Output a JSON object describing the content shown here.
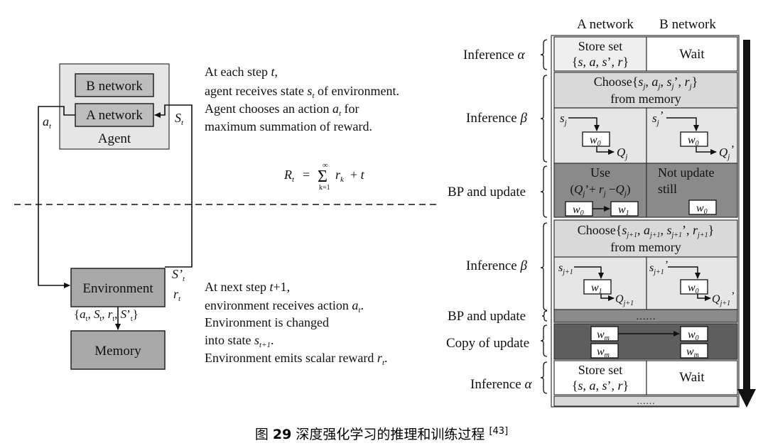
{
  "agent": {
    "b_network": "B network",
    "a_network": "A network",
    "label": "Agent",
    "action_label": "a_t",
    "state_label": "S_t"
  },
  "environment": {
    "label": "Environment",
    "next_state_label": "S'_t",
    "reward_label": "r_t",
    "transition_label": "{a_t, S_t, r_t, S'_t}"
  },
  "memory": {
    "label": "Memory"
  },
  "text_top": [
    "At each step t,",
    "agent receives state s_t of environment.",
    "Agent chooses an action a_t for",
    "maximum summation of reward."
  ],
  "formula": "R_t = Σ_{k=1}^{∞} r_k + t",
  "text_bottom": [
    "At next step t+1,",
    "environment receives action a_t.",
    "Environment is changed",
    "into state s_{t+1}.",
    "Environment emits scalar reward r_t."
  ],
  "table": {
    "col_a": "A network",
    "col_b": "B network",
    "rows": {
      "inference_alpha_1": "Inference α",
      "inference_beta_1": "Inference β",
      "bp_update_1": "BP and update",
      "inference_beta_2": "Inference β",
      "bp_update_2": "BP and update",
      "copy_update": "Copy of update",
      "inference_alpha_2": "Inference α"
    },
    "store_set_line1": "Store set",
    "store_set_line2": "{s, a, s', r}",
    "wait": "Wait",
    "choose_1_line1": "Choose{s_j, a_j, s'_j, r_j}",
    "choose_1_line2": "from memory",
    "choose_2_line1": "Choose{s_{j+1}, a_{j+1}, s'_{j+1}, r_{j+1}}",
    "choose_2_line2": "from memory",
    "use_line1": "Use",
    "use_line2": "(Q_j' + r_j − Q_j)",
    "not_update_line1": "Not update",
    "not_update_line2": "still",
    "ellipsis": "……",
    "weights": {
      "w0": "w0",
      "w1": "w1",
      "wm": "wm"
    },
    "outputs": {
      "s_j": "s_j",
      "s_j_prime": "s'_j",
      "q_j": "Q_j",
      "q_j_prime": "Q'_j",
      "s_j1": "s_j+1",
      "s_j1_prime": "s'_j+1",
      "q_j1": "Q_j+1",
      "q_j1_prime": "Q'_j+1"
    }
  },
  "caption": "图 29  深度强化学习的推理和训练过程 [43]"
}
